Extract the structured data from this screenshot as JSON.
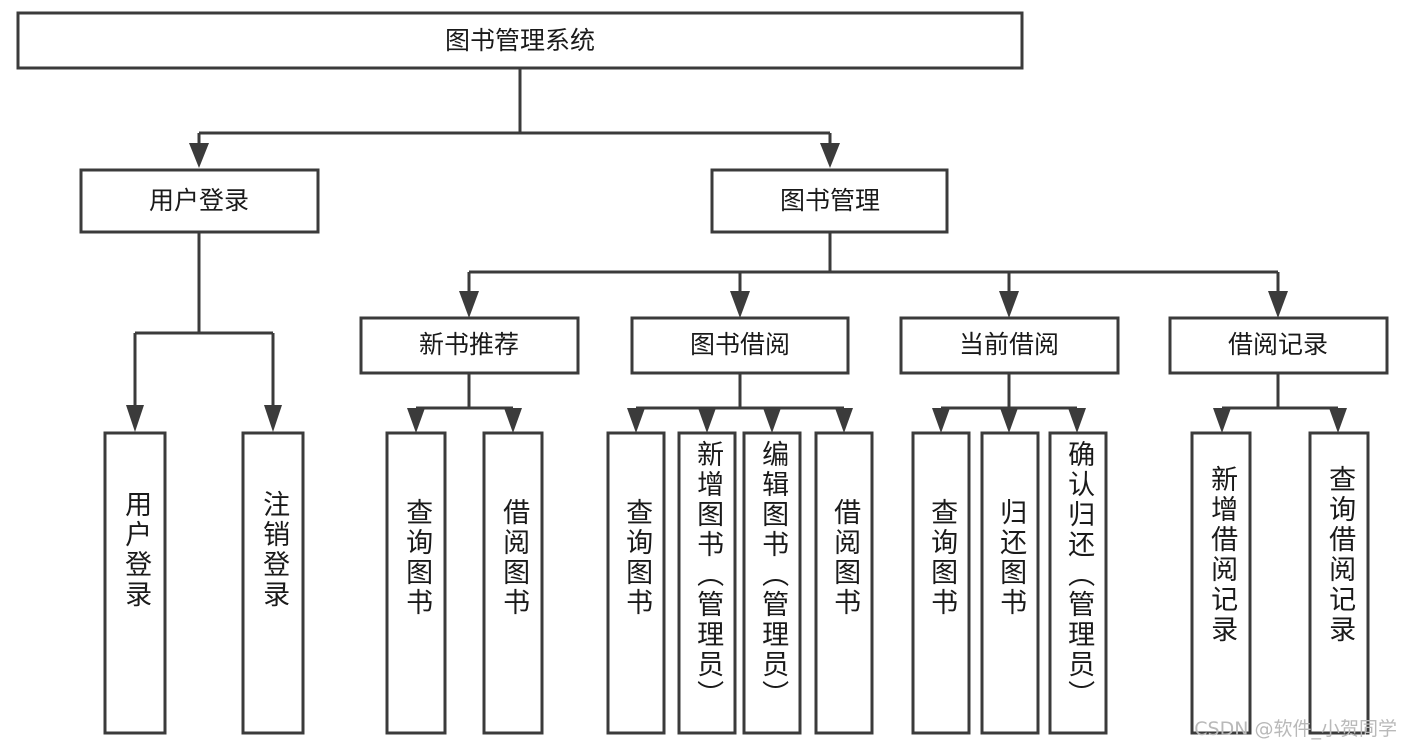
{
  "diagram": {
    "type": "tree",
    "title": "图书管理系统",
    "orientation": "top-down",
    "colors": {
      "box_stroke": "#3b3b3b",
      "box_fill": "#ffffff",
      "text": "#1a1a1a",
      "background": "#ffffff",
      "watermark": "#b9b9b9"
    },
    "root": {
      "label": "图书管理系统"
    },
    "level2": [
      {
        "label": "用户登录"
      },
      {
        "label": "图书管理"
      }
    ],
    "level3": [
      {
        "label": "新书推荐"
      },
      {
        "label": "图书借阅"
      },
      {
        "label": "当前借阅"
      },
      {
        "label": "借阅记录"
      }
    ],
    "leaves": {
      "user_login": [
        {
          "label": "用户登录"
        },
        {
          "label": "注销登录"
        }
      ],
      "new_book_recommend": [
        {
          "label": "查询图书"
        },
        {
          "label": "借阅图书"
        }
      ],
      "book_borrow": [
        {
          "label": "查询图书"
        },
        {
          "label": "新增图书（管理员）"
        },
        {
          "label": "编辑图书（管理员）"
        },
        {
          "label": "借阅图书"
        }
      ],
      "current_borrow": [
        {
          "label": "查询图书"
        },
        {
          "label": "归还图书"
        },
        {
          "label": "确认归还（管理员）"
        }
      ],
      "borrow_record": [
        {
          "label": "新增借阅记录"
        },
        {
          "label": "查询借阅记录"
        }
      ]
    }
  },
  "watermark": {
    "text": "CSDN @软件_小贺同学"
  }
}
